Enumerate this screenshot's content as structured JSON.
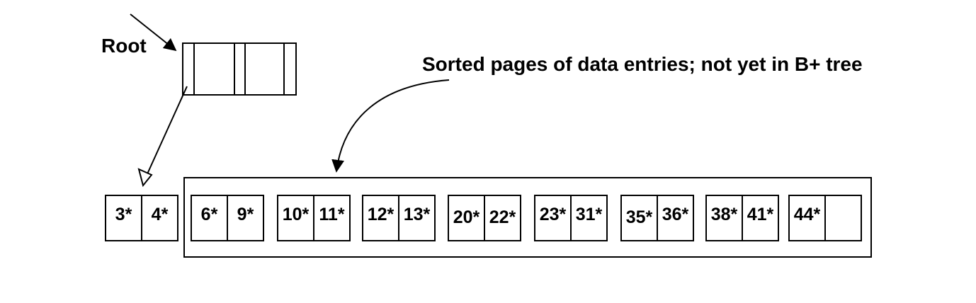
{
  "root_label": "Root",
  "caption": "Sorted pages of data entries; not yet in B+ tree",
  "pages": [
    {
      "entries": [
        "3*",
        "4*"
      ],
      "in_tree": true
    },
    {
      "entries": [
        "6*",
        "9*"
      ],
      "in_tree": false
    },
    {
      "entries": [
        "10*",
        "11*"
      ],
      "in_tree": false
    },
    {
      "entries": [
        "12*",
        "13*"
      ],
      "in_tree": false
    },
    {
      "entries": [
        "20*",
        "22*"
      ],
      "in_tree": false
    },
    {
      "entries": [
        "23*",
        "31*"
      ],
      "in_tree": false
    },
    {
      "entries": [
        "35*",
        "36*"
      ],
      "in_tree": false
    },
    {
      "entries": [
        "38*",
        "41*"
      ],
      "in_tree": false
    },
    {
      "entries": [
        "44*",
        ""
      ],
      "in_tree": false
    }
  ]
}
